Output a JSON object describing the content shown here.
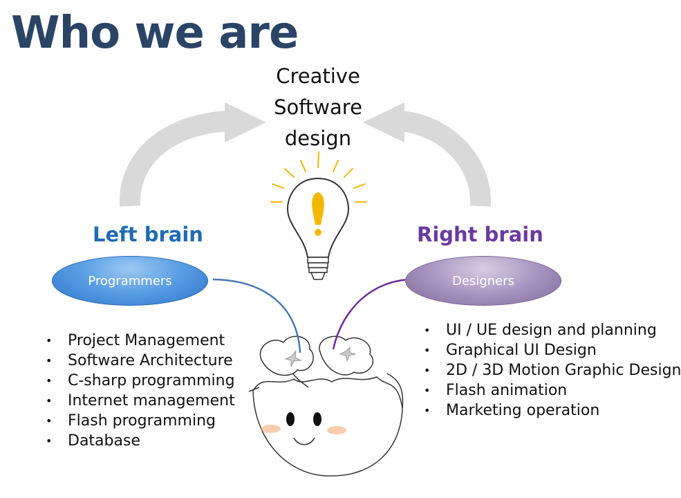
{
  "title": "Who we are",
  "center": {
    "lines": [
      "Creative",
      "Software",
      "design"
    ]
  },
  "left": {
    "heading": "Left brain",
    "role": "Programmers",
    "items": [
      "Project Management",
      "Software Architecture",
      "C-sharp programming",
      "Internet management",
      "Flash programming",
      "Database"
    ]
  },
  "right": {
    "heading": "Right brain",
    "role": "Designers",
    "items": [
      "UI / UE design and planning",
      "Graphical UI Design",
      "2D / 3D Motion Graphic Design",
      "Flash animation",
      "Marketing operation"
    ]
  },
  "colors": {
    "title": "#2b4466",
    "left_accent": "#1f6bb5",
    "right_accent": "#6a3aa0",
    "arrow": "#d9d9d9",
    "bulb_glow": "#f5b800"
  }
}
